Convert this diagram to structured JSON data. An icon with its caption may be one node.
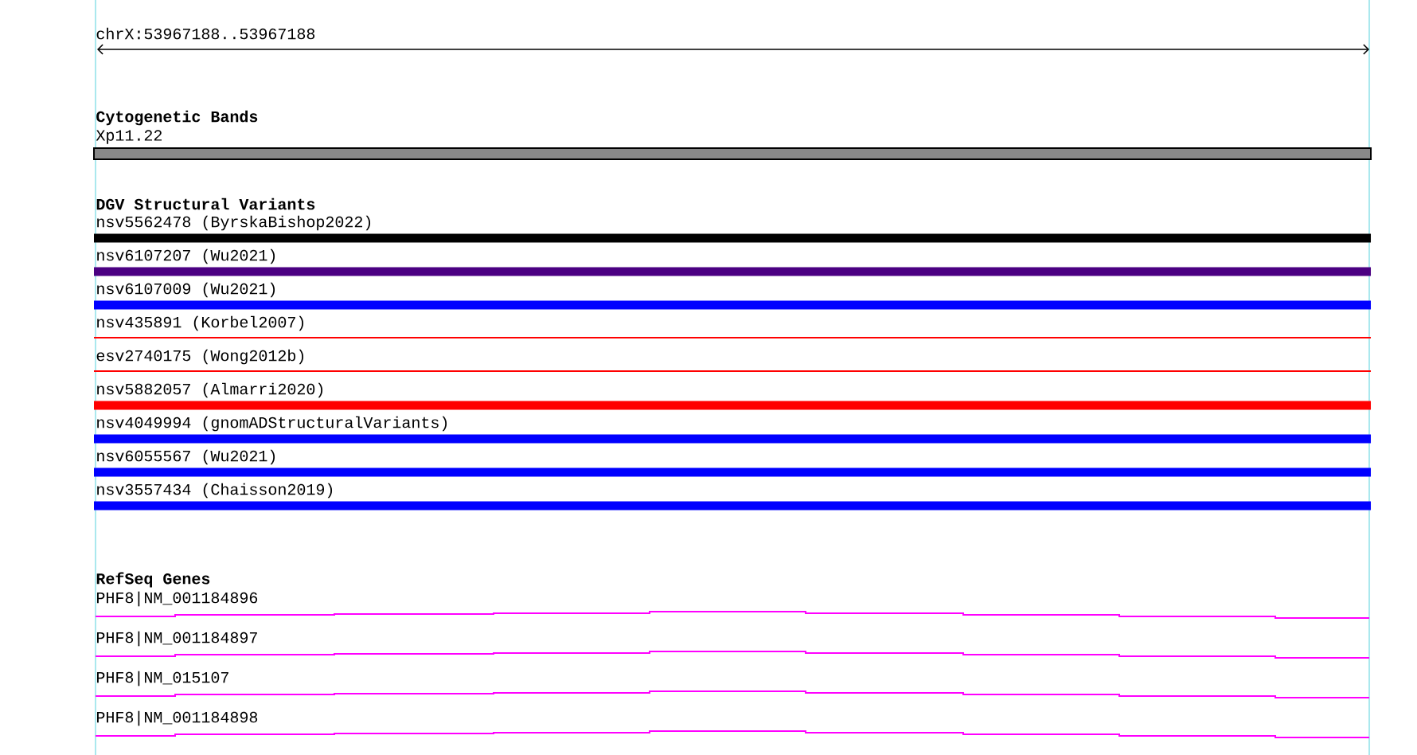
{
  "diagram": {
    "nodes": [
      {
        "text": [
          "Xp11.22"
        ]
      },
      {
        "text": [
          "nsv5562478 (ByrskaBishop2022)"
        ]
      },
      {
        "text": [
          "nsv6107207 (Wu2021)"
        ]
      },
      {
        "text": [
          "nsv6107009 (Wu2021)"
        ]
      },
      {
        "text": [
          "nsv435891 (Korbel2007)"
        ]
      },
      {
        "text": [
          "esv2740175 (Wong2012b)"
        ]
      },
      {
        "text": [
          "nsv5882057 (Almarri2020)"
        ]
      },
      {
        "text": [
          "nsv4049994 (gnomADStructuralVariants)"
        ]
      },
      {
        "text": [
          "nsv6055567 (Wu2021)"
        ]
      },
      {
        "text": [
          "nsv3557434 (Chaisson2019)"
        ]
      },
      {
        "text": [
          "PHF8|NM_001184896"
        ]
      },
      {
        "text": [
          "PHF8|NM_001184897"
        ]
      },
      {
        "text": [
          "PHF8|NM_015107"
        ]
      },
      {
        "text": [
          "PHF8|NM_001184898"
        ]
      }
    ],
    "labels": [
      "chrX:53967188..53967188",
      "Cytogenetic Bands",
      "DGV Structural Variants",
      "RefSeq Genes"
    ]
  }
}
